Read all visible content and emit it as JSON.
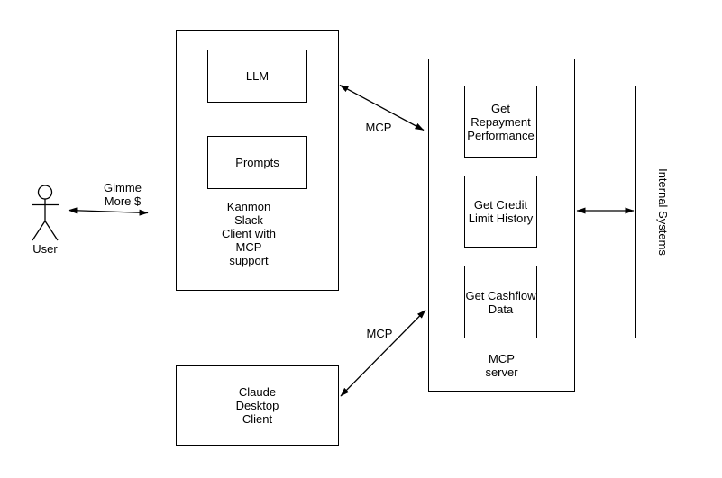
{
  "diagram": {
    "colors": {
      "stroke": "#000000",
      "background": "#ffffff"
    },
    "user": {
      "label": "User"
    },
    "user_arrow": {
      "label": "Gimme\nMore $"
    },
    "kanmon_client": {
      "llm_label": "LLM",
      "prompts_label": "Prompts",
      "label": "Kanmon\nSlack\nClient with\nMCP\nsupport"
    },
    "mcp_link_top": {
      "label": "MCP"
    },
    "mcp_link_bottom": {
      "label": "MCP"
    },
    "mcp_server": {
      "tools": [
        {
          "label": "Get\nRepayment\nPerformance"
        },
        {
          "label": "Get Credit\nLimit History"
        },
        {
          "label": "Get Cashflow\nData"
        }
      ],
      "label": "MCP\nserver"
    },
    "internal_systems": {
      "label": "Internal Systems"
    },
    "claude_client": {
      "label": "Claude\nDesktop\nClient"
    }
  }
}
